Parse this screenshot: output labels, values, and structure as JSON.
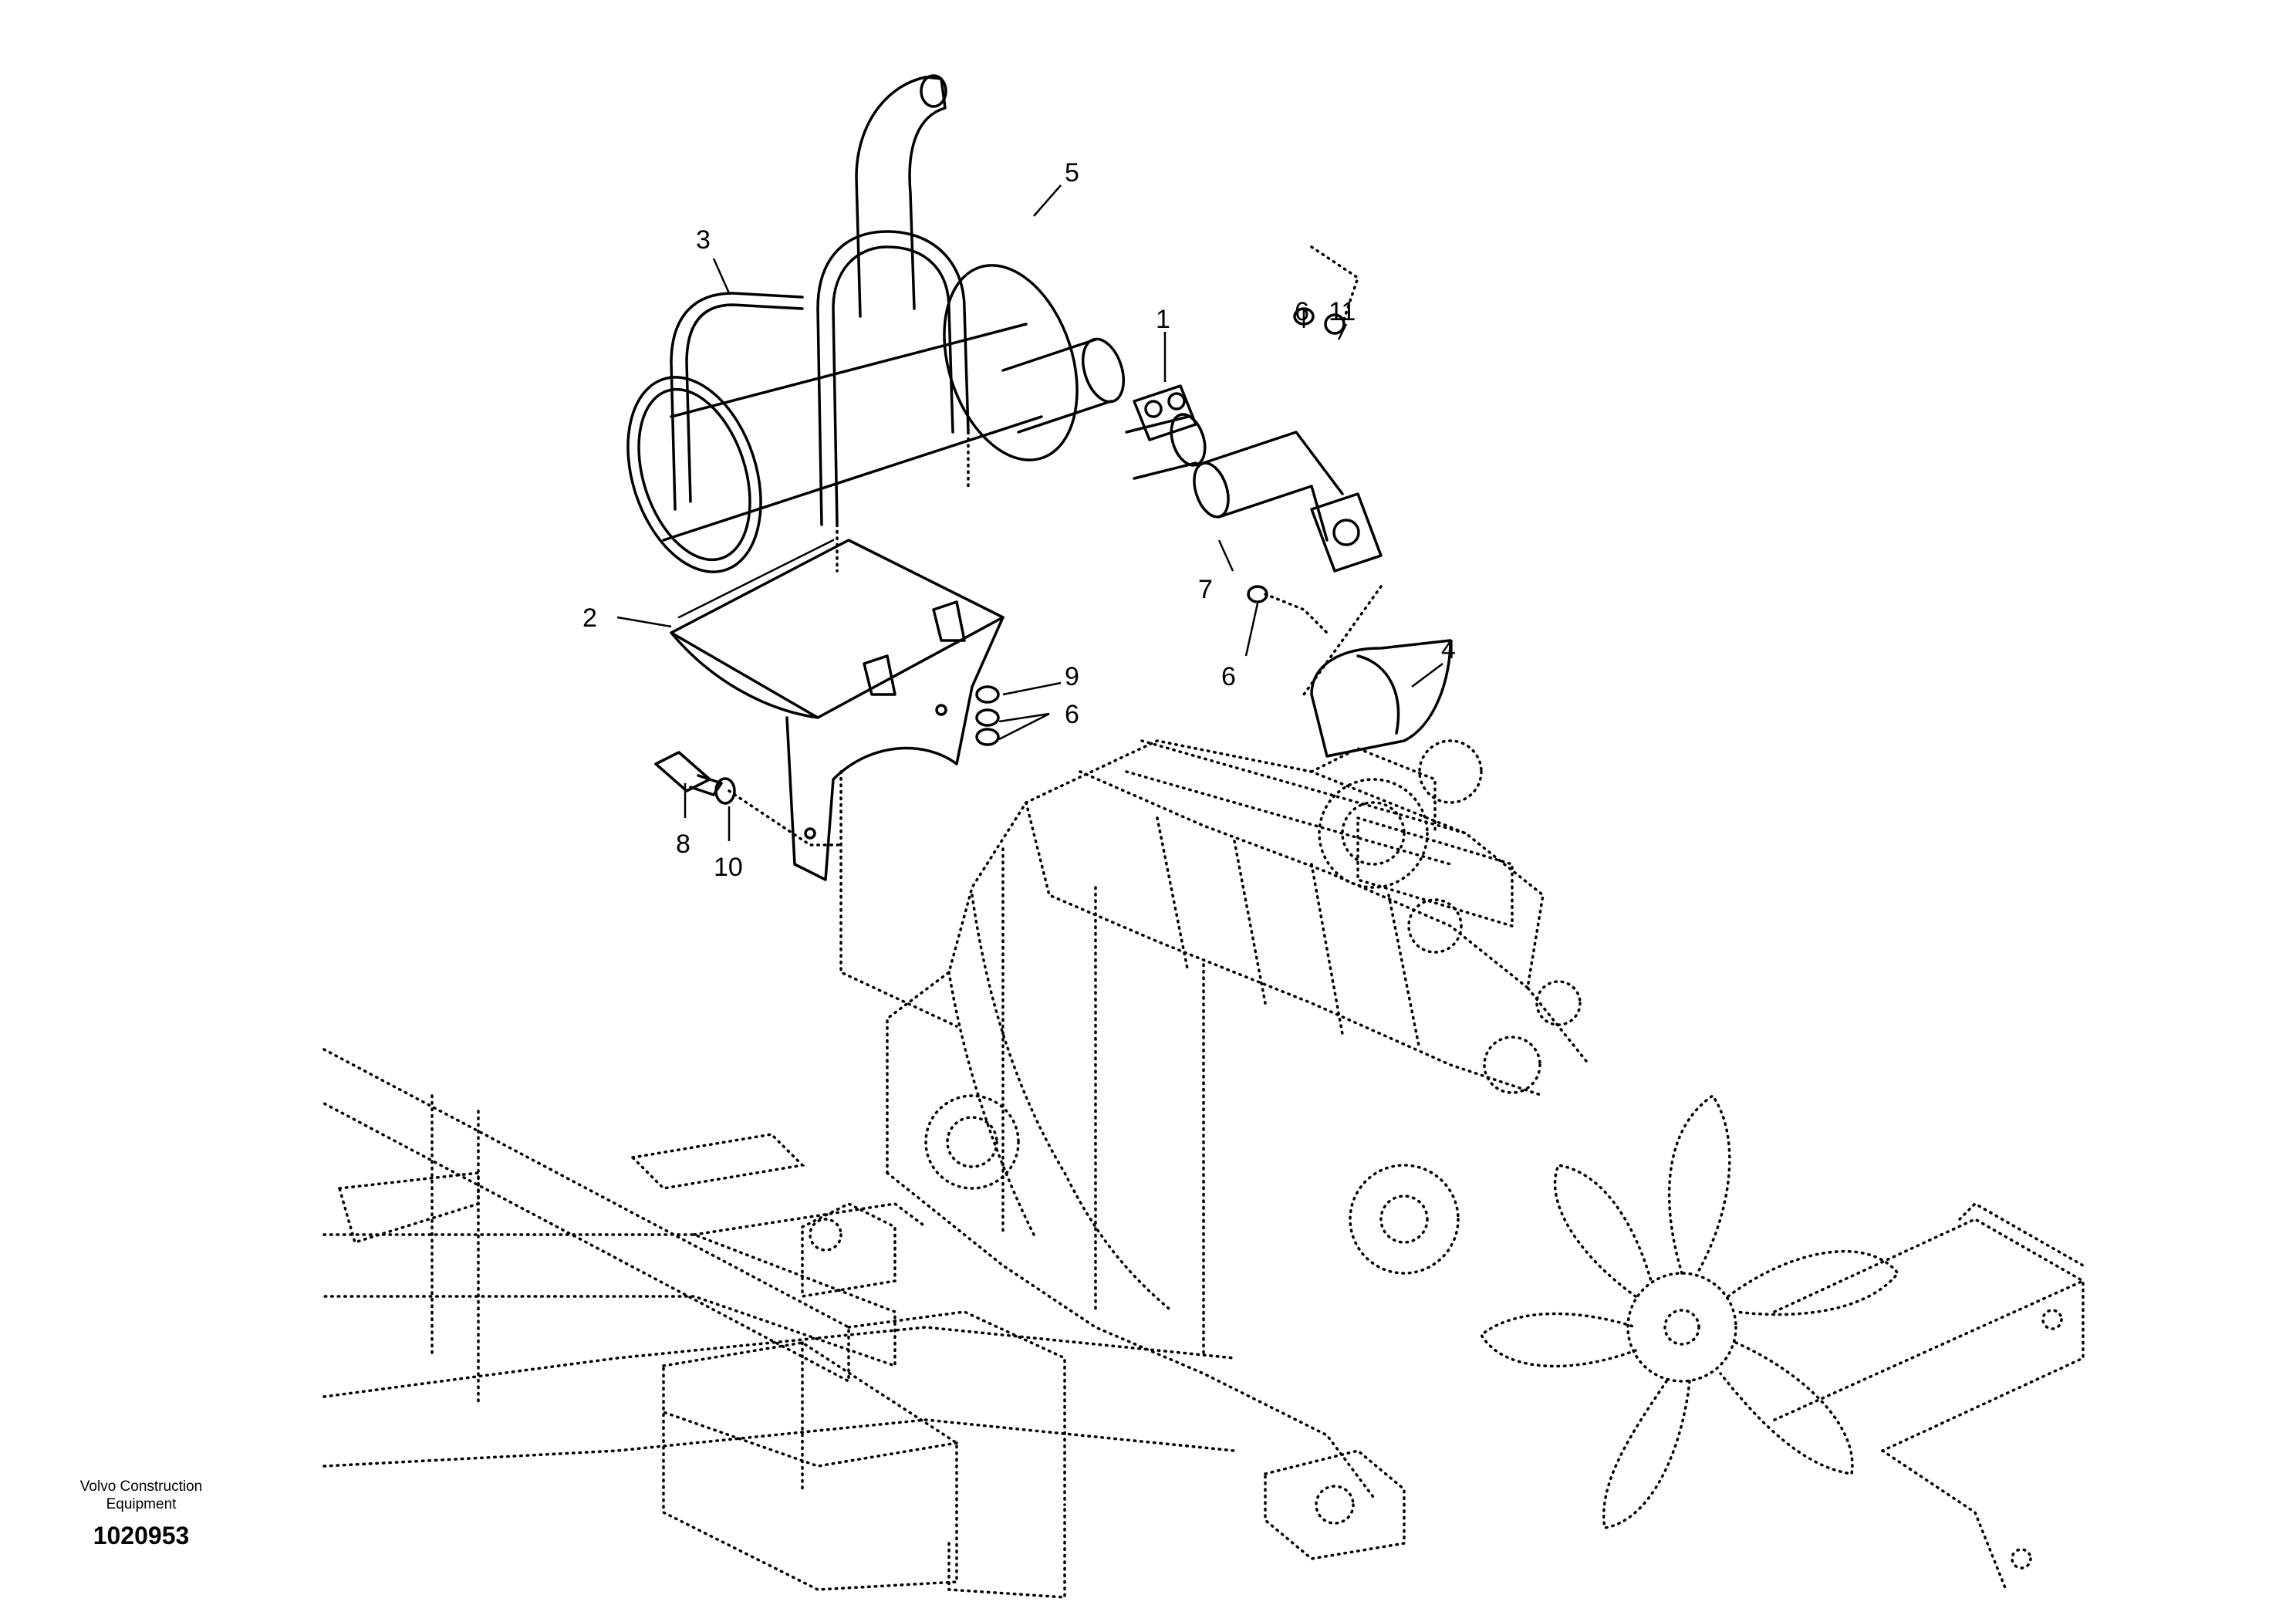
{
  "footer": {
    "company": "Volvo Construction Equipment",
    "drawing_number": "1020953"
  },
  "callouts": [
    {
      "id": "c1",
      "label": "1"
    },
    {
      "id": "c2",
      "label": "2"
    },
    {
      "id": "c3",
      "label": "3"
    },
    {
      "id": "c4",
      "label": "4"
    },
    {
      "id": "c5",
      "label": "5"
    },
    {
      "id": "c6a",
      "label": "6"
    },
    {
      "id": "c6b",
      "label": "6"
    },
    {
      "id": "c6c",
      "label": "6"
    },
    {
      "id": "c7",
      "label": "7"
    },
    {
      "id": "c8",
      "label": "8"
    },
    {
      "id": "c9",
      "label": "9"
    },
    {
      "id": "c10",
      "label": "10"
    },
    {
      "id": "c11",
      "label": "11"
    }
  ]
}
